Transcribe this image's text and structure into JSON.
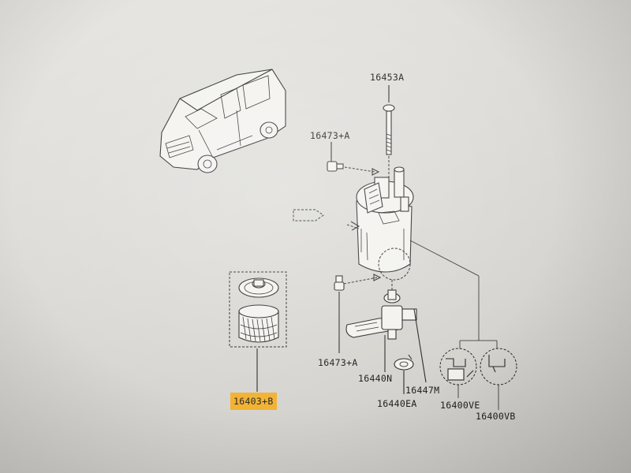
{
  "diagram": {
    "parts": {
      "screw": "16453A",
      "bleed_screw_top": "16473+A",
      "bleed_screw_bottom": "16473+A",
      "filter_element": "16403+B",
      "sensor": "16440N",
      "seal": "16440EA",
      "bracket": "16447M",
      "connector_ve": "16400VE",
      "connector_vb": "16400VB"
    },
    "colors": {
      "highlight": "#f2b233",
      "line": "#2b2b2b"
    },
    "icons": [
      "van-icon",
      "fuel-filter-housing-icon",
      "filter-element-icon",
      "bolt-icon"
    ]
  }
}
